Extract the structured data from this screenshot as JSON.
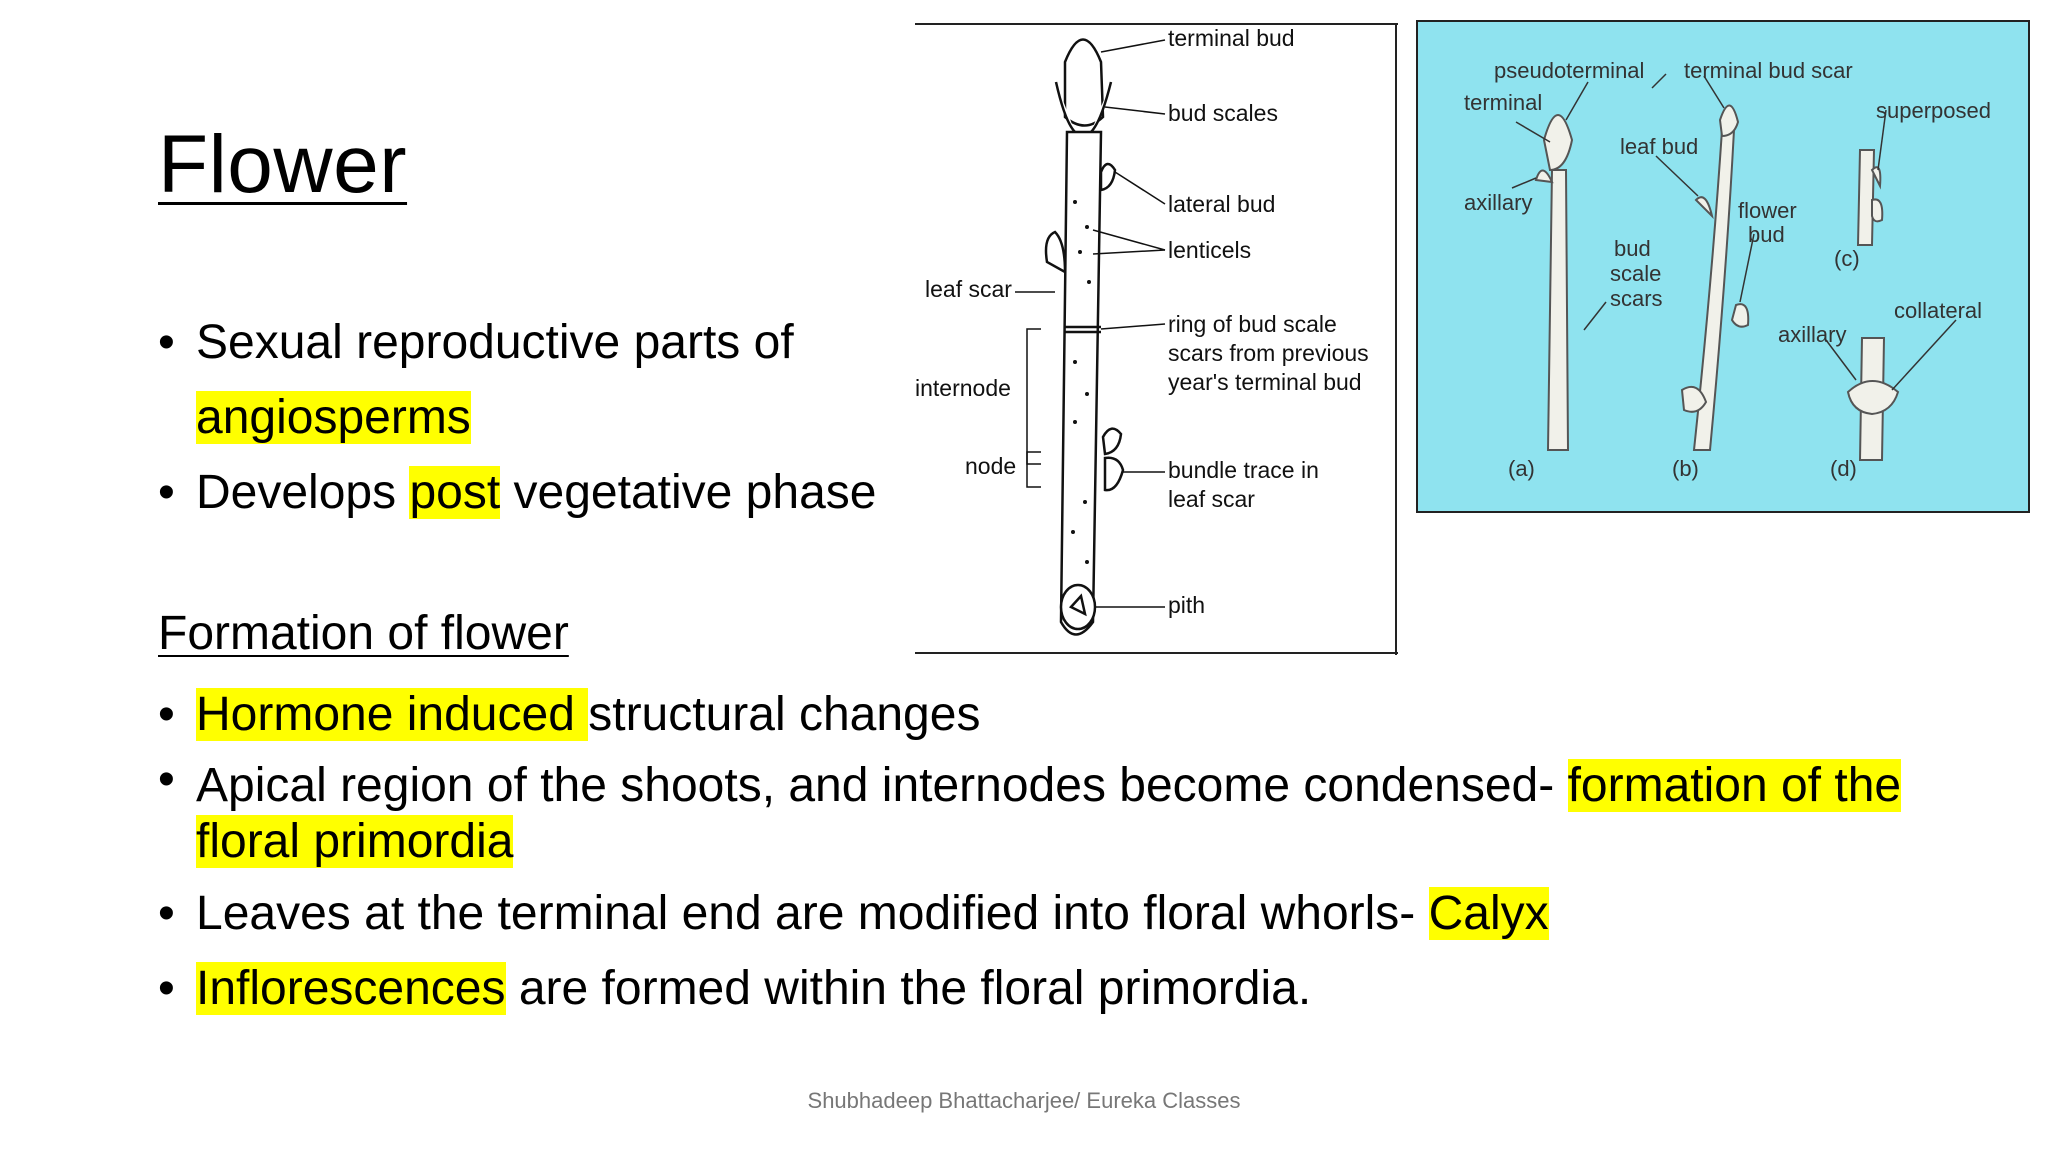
{
  "slide": {
    "title": "Flower",
    "intro_bullets": [
      {
        "before": "Sexual reproductive parts of ",
        "highlight": "angiosperms",
        "after": ""
      },
      {
        "before": "Develops ",
        "highlight": "post",
        "after": " vegetative phase"
      }
    ],
    "section_heading": "Formation of flower",
    "formation_bullets": [
      {
        "before": "",
        "highlight": "Hormone induced ",
        "after": "structural changes"
      },
      {
        "before": "Apical region of the shoots, and internodes become condensed- ",
        "highlight": "formation of the floral primordia",
        "after": ""
      },
      {
        "before": "Leaves at the terminal end are modified into floral whorls- ",
        "highlight": "Calyx",
        "after": ""
      },
      {
        "before": "",
        "highlight": "Inflorescences",
        "after": " are formed within the floral primordia."
      }
    ],
    "footer": "Shubhadeep Bhattacharjee/ Eureka Classes"
  },
  "twig_diagram": {
    "labels": {
      "terminal_bud": "terminal bud",
      "bud_scales": "bud scales",
      "lateral_bud": "lateral bud",
      "lenticels": "lenticels",
      "leaf_scar": "leaf scar",
      "ring_line1": "ring of bud scale",
      "ring_line2": "scars from previous",
      "ring_line3": "year's terminal bud",
      "internode": "internode",
      "node": "node",
      "bundle_line1": "bundle trace in",
      "bundle_line2": "leaf scar",
      "pith": "pith"
    }
  },
  "bud_types_diagram": {
    "background": "#8fe3ef",
    "labels": {
      "pseudoterminal": "pseudoterminal",
      "terminal_bud_scar": "terminal bud scar",
      "terminal": "terminal",
      "superposed": "superposed",
      "leaf_bud": "leaf bud",
      "axillary_a": "axillary",
      "flower_line1": "flower",
      "flower_line2": "bud",
      "bud_line1": "bud",
      "bud_line2": "scale",
      "bud_line3": "scars",
      "panel_c": "(c)",
      "collateral": "collateral",
      "axillary_d": "axillary",
      "panel_a": "(a)",
      "panel_b": "(b)",
      "panel_d": "(d)"
    }
  },
  "colors": {
    "highlight": "#ffff00",
    "footer_text": "#777777"
  }
}
